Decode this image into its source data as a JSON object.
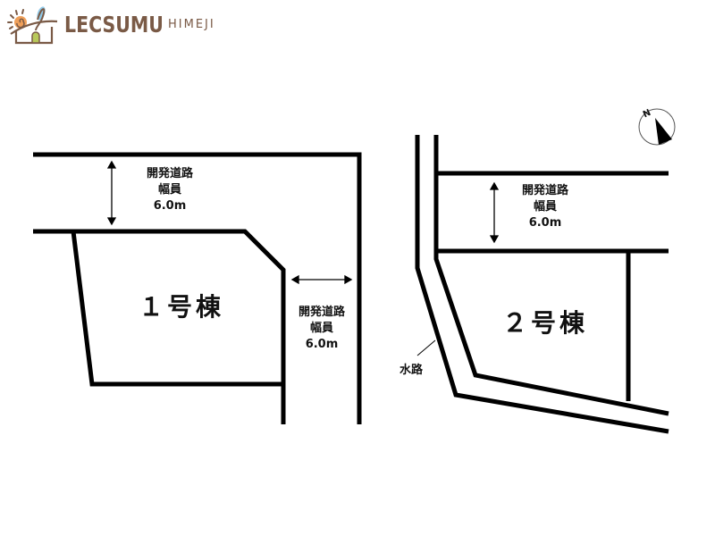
{
  "logo": {
    "brand": "LECSUMU",
    "sub": "HIMEJI",
    "colors": {
      "text": "#7a5a46",
      "sun": "#f0a05a",
      "drop": "#8fc9e8",
      "door": "#b8c85a"
    }
  },
  "compass": {
    "label": "N",
    "icon": "north-arrow-icon"
  },
  "plot1": {
    "title": "１号棟",
    "road_top": {
      "line1": "開発道路",
      "line2": "幅員",
      "line3": "6.0m"
    },
    "road_right": {
      "line1": "開発道路",
      "line2": "幅員",
      "line3": "6.0m"
    }
  },
  "plot2": {
    "title": "２号棟",
    "road_top": {
      "line1": "開発道路",
      "line2": "幅員",
      "line3": "6.0m"
    },
    "waterway": "水路"
  },
  "colors": {
    "line": "#000000",
    "background": "#ffffff"
  }
}
